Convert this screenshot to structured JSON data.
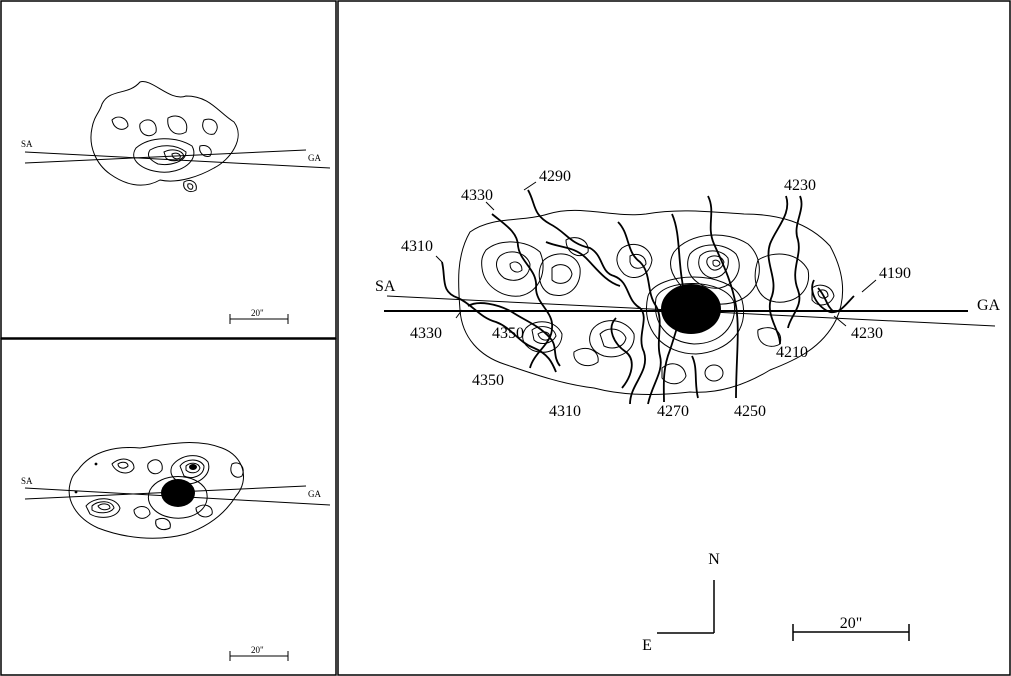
{
  "labels": {
    "slit_sa": "SA",
    "slit_ga": "GA",
    "scale_main": "20\"",
    "scale_small_top": "20\"",
    "scale_small_bottom": "20\"",
    "north": "N",
    "east": "E"
  },
  "velocity_labels": [
    "4290",
    "4330",
    "4230",
    "4310",
    "4190",
    "4330",
    "4350",
    "4230",
    "4210",
    "4350",
    "4310",
    "4270",
    "4250"
  ]
}
